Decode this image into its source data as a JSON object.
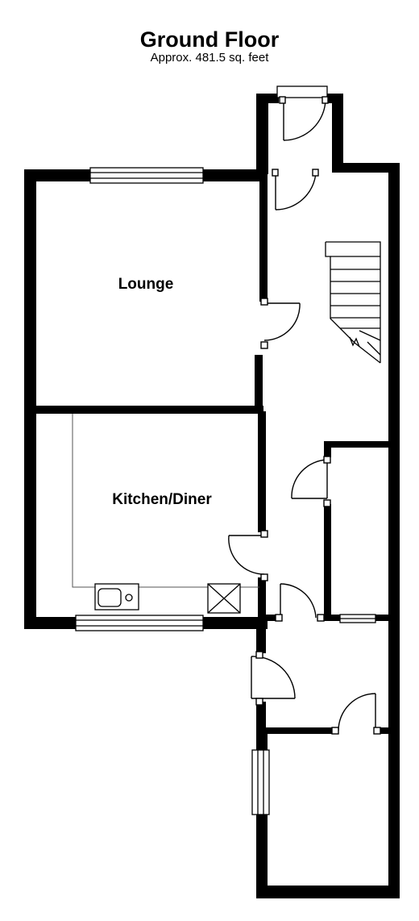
{
  "header": {
    "title": "Ground Floor",
    "subtitle": "Approx. 481.5 sq. feet"
  },
  "rooms": {
    "lounge": "Lounge",
    "kitchen": "Kitchen/Diner"
  },
  "colors": {
    "wall": "#000000",
    "background": "#ffffff",
    "fixture_line": "#555555"
  }
}
